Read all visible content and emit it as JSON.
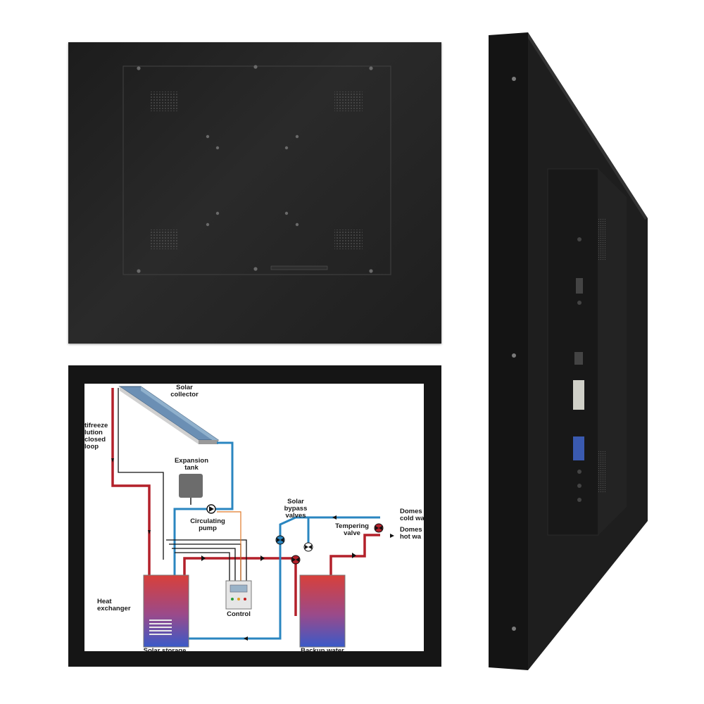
{
  "diagram": {
    "labels": {
      "solar_collector": [
        "Solar",
        "collector"
      ],
      "antifreeze": [
        "tifreeze",
        "lution",
        "closed",
        "loop"
      ],
      "expansion_tank": [
        "Expansion",
        "tank"
      ],
      "circulating_pump": [
        "Circulating",
        "pump"
      ],
      "solar_bypass": [
        "Solar",
        "bypass",
        "valves"
      ],
      "tempering_valve": [
        "Tempering",
        "valve"
      ],
      "domestic_cold": [
        "Domes",
        "cold wa"
      ],
      "domestic_hot": [
        "Domes",
        "hot wa"
      ],
      "control": "Control",
      "heat_exchanger": [
        "Heat",
        "exchanger"
      ],
      "solar_storage": "Solar storage",
      "backup_water": "Backup water"
    },
    "colors": {
      "hot_pipe": "#b3202a",
      "cold_pipe": "#2a86c0",
      "control_wire": "#111111",
      "sensor_wire": "#e07a2a"
    }
  }
}
